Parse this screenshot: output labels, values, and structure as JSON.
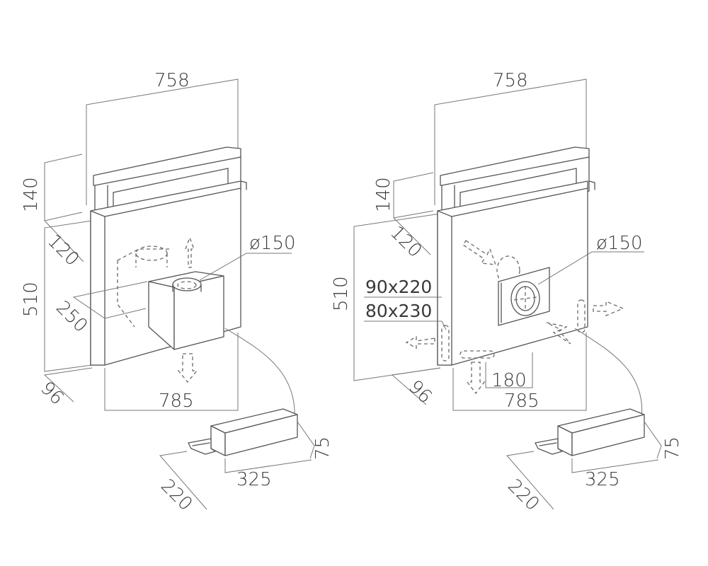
{
  "left_view": {
    "width_top": "758",
    "height_top": "140",
    "depth_top": "120",
    "height_body": "510",
    "motor_offset": "250",
    "outlet_diameter": "ø150",
    "depth_bottom": "96",
    "width_bottom": "785",
    "remote_motor": {
      "height": "75",
      "length": "325",
      "depth": "220"
    }
  },
  "right_view": {
    "width_top": "758",
    "height_top": "140",
    "depth_top": "120",
    "height_body": "510",
    "duct_a": "90x220",
    "duct_b": "80x230",
    "outlet_diameter": "ø150",
    "depth_bottom": "96",
    "duct_offset": "180",
    "width_bottom": "785",
    "remote_motor": {
      "height": "75",
      "length": "325",
      "depth": "220"
    }
  }
}
